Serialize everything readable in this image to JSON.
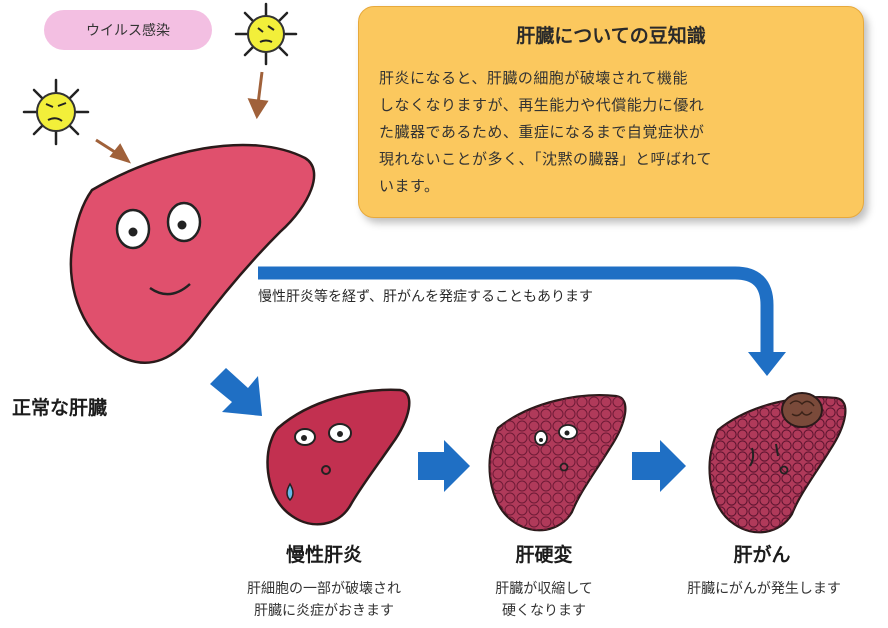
{
  "virus_label": "ウイルス感染",
  "info_box": {
    "title": "肝臓についての豆知識",
    "lines": [
      "肝炎になると、肝臓の細胞が破壊されて機能",
      "しなくなりますが、再生能力や代償能力に優れ",
      "た臓器であるため、重症になるまで自覚症状が",
      "現れないことが多く、「沈黙の臓器」と呼ばれて",
      "います。"
    ]
  },
  "route_note": "慢性肝炎等を経ず、肝がんを発症することもあります",
  "normal_liver_label": "正常な肝臓",
  "stages": [
    {
      "name": "慢性肝炎",
      "caption": [
        "肝細胞の一部が破壊され",
        "肝臓に炎症がおきます"
      ]
    },
    {
      "name": "肝硬変",
      "caption": [
        "肝臓が収縮して",
        "硬くなります"
      ]
    },
    {
      "name": "肝がん",
      "caption": [
        "肝臓にがんが発生します"
      ]
    }
  ],
  "colors": {
    "liver_normal": "#e0506d",
    "liver_hepatitis": "#c23050",
    "liver_cirrhosis": "#b03a5a",
    "tumor": "#7a4a3a",
    "arrow_blue": "#1f6fc4",
    "virus_yellow": "#f2ef3a",
    "box_yellow": "#fbc85e",
    "pill_pink": "#f3bfe2"
  }
}
